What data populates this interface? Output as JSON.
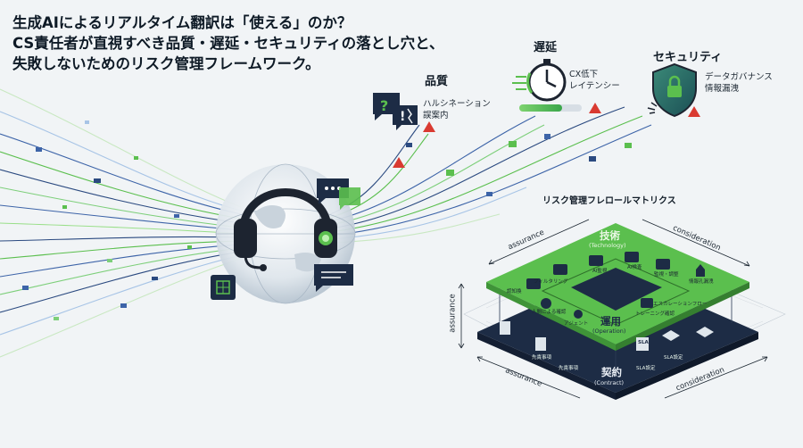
{
  "headline": {
    "line1": "生成AIによるリアルタイム翻訳は「使える」のか？",
    "line2": "CS責任者が直視すべき品質・遅延・セキュリティの落とし穴と、",
    "line3": "失敗しないためのリスク管理フレームワーク。"
  },
  "risks": {
    "quality": {
      "title": "品質",
      "line1": "ハルシネーション",
      "line2": "誤案内"
    },
    "latency": {
      "title": "遅延",
      "line1": "CX低下",
      "line2": "レイテンシー"
    },
    "security": {
      "title": "セキュリティ",
      "line1": "データガバナンス",
      "line2": "情報漏洩"
    }
  },
  "matrix": {
    "title": "リスク管理フレロールマトリクス",
    "axis_left_top": "assurance",
    "axis_right_top": "consideration",
    "axis_left_side": "assurance",
    "axis_left_bottom": "assurance",
    "axis_right_bottom": "consideration",
    "technology": {
      "title": "技術",
      "subtitle": "(Technology)"
    },
    "operation": {
      "title": "運用",
      "subtitle": "(Operation)"
    },
    "contract": {
      "title": "契約",
      "subtitle": "(Contract)"
    },
    "tech_items": [
      "フィルタリング",
      "AI監視",
      "AI検査",
      "監視・調整",
      "情報孔漏洩"
    ],
    "ops_items": [
      "認知換",
      "人間による確認",
      "アジェント",
      "エスカレーションフロー",
      "トレーニング確認"
    ],
    "contract_items": [
      "先責事項",
      "先責事項",
      "SLA設定",
      "SLA設定"
    ],
    "sla_badge": "SLA"
  },
  "colors": {
    "accent_green": "#5bbf4e",
    "navy": "#1d2c45",
    "warning": "#d93a31",
    "stream_blue": "#3d64a8"
  }
}
